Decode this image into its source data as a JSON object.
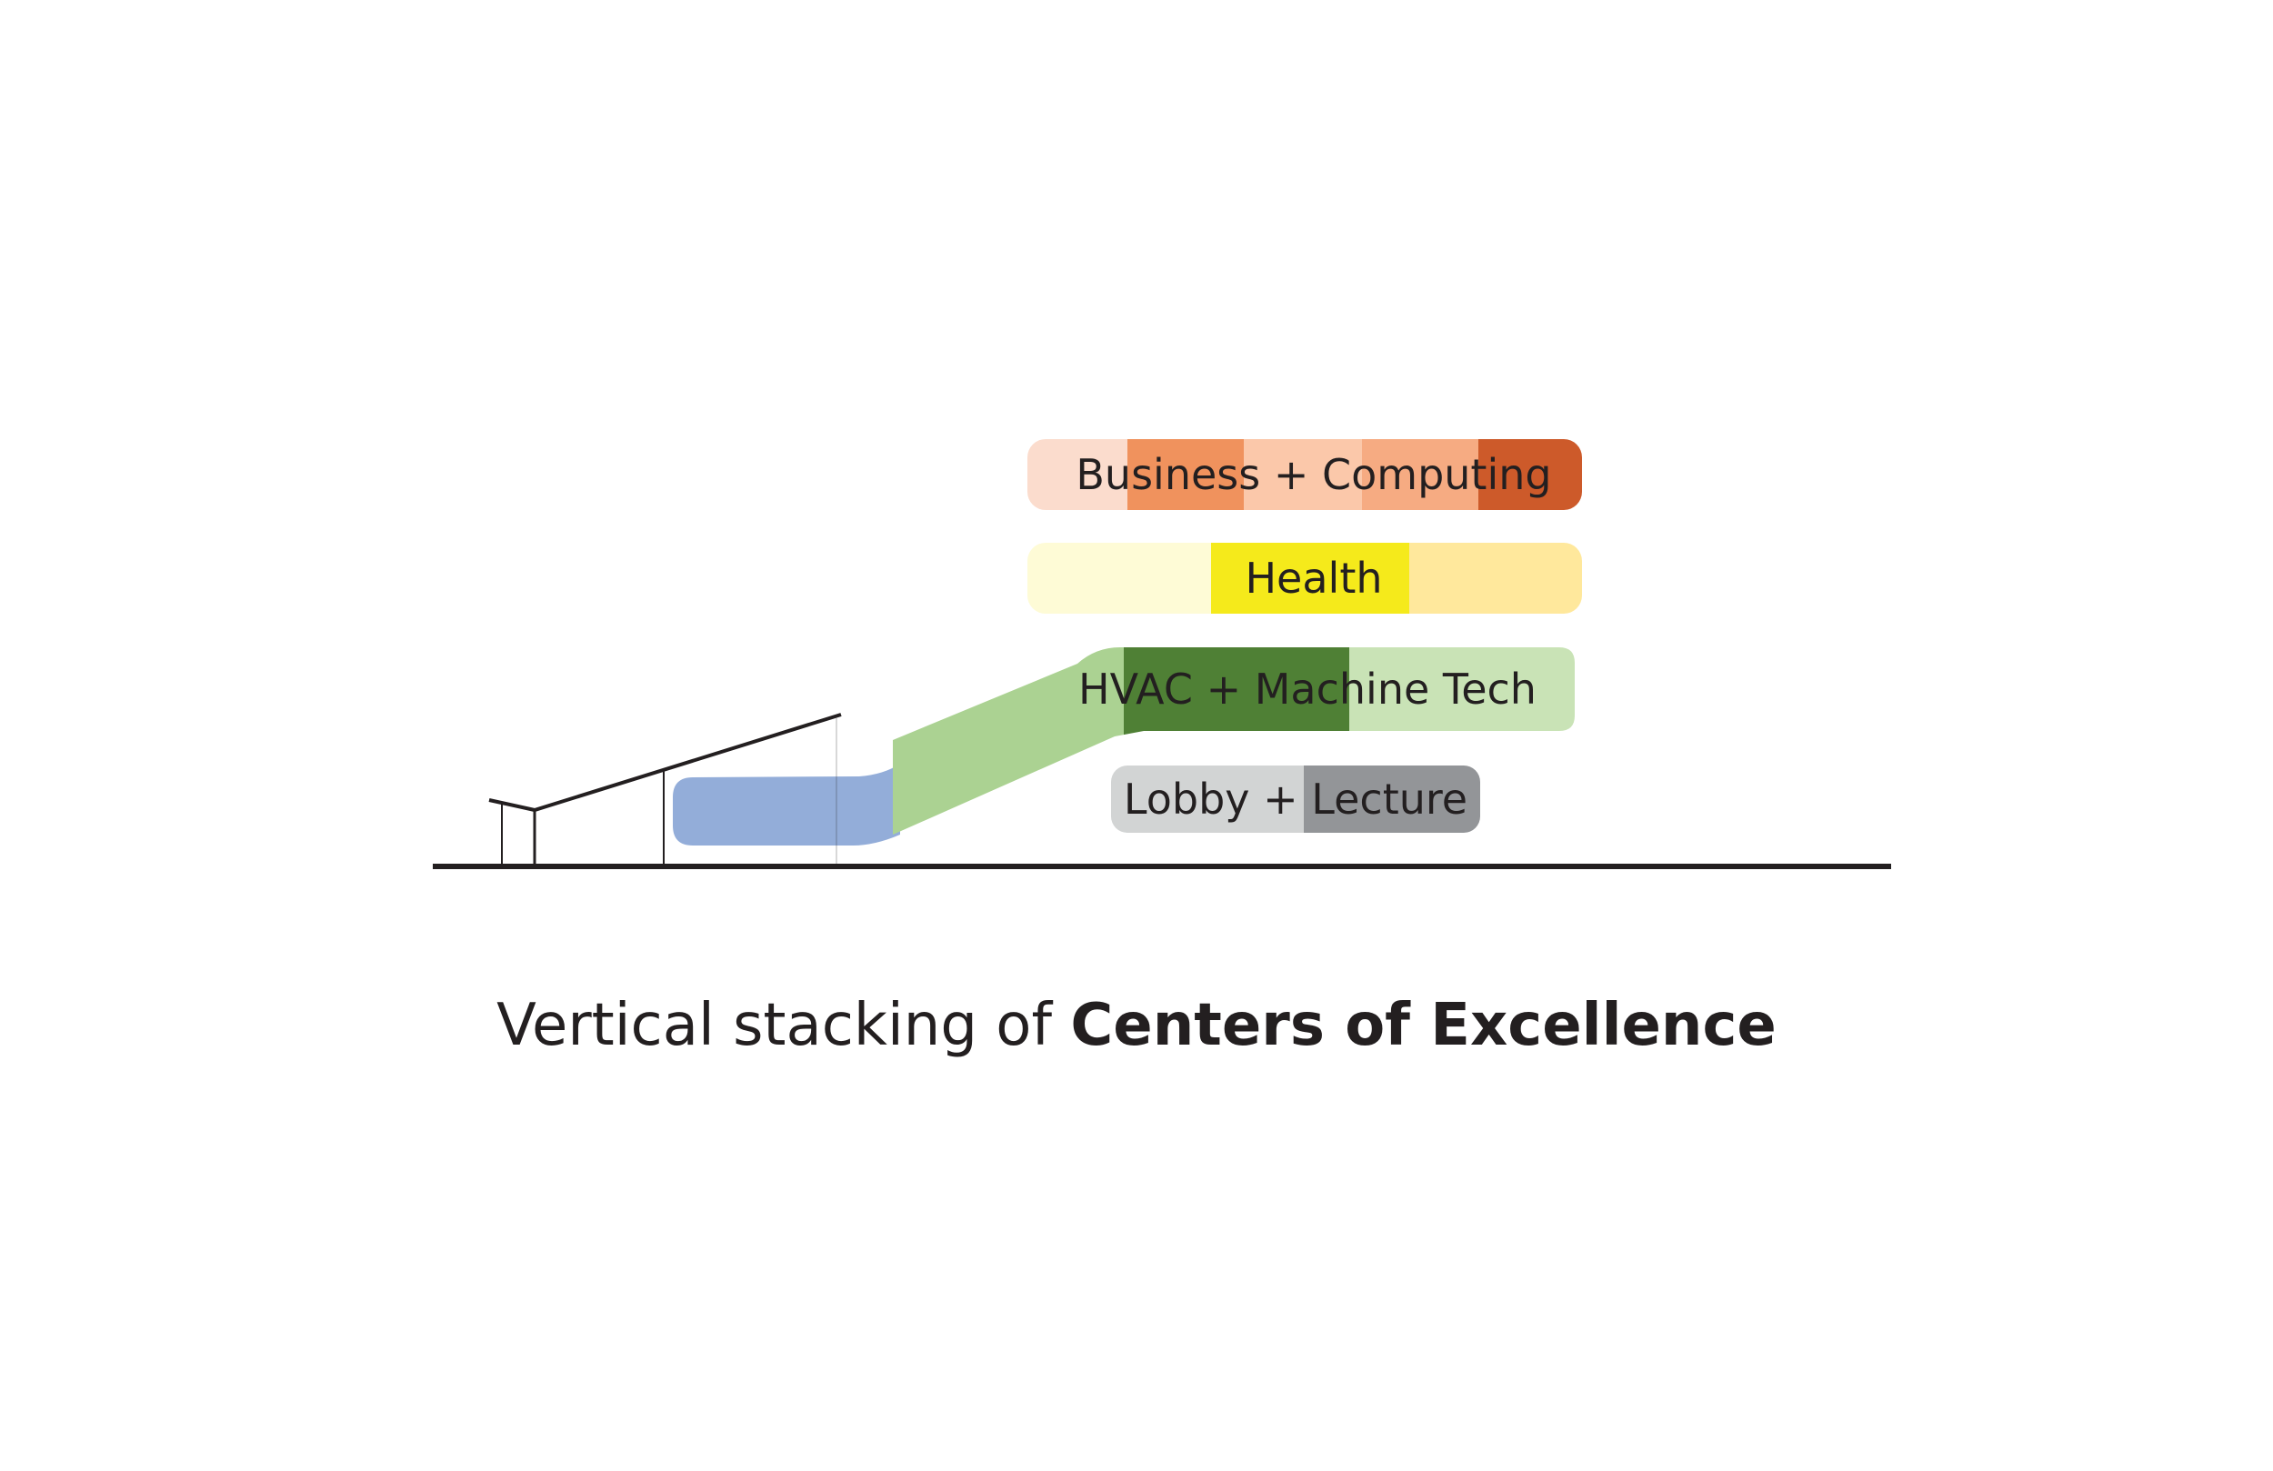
{
  "caption": {
    "regular": "Vertical stacking of ",
    "bold": "Centers of Excellence"
  },
  "bands": [
    {
      "id": "business-computing",
      "label": "Business + Computing",
      "colors": [
        "#fbdccd",
        "#f0925d",
        "#fbc8aa",
        "#f6ab82",
        "#cd5a2a"
      ]
    },
    {
      "id": "health",
      "label": "Health",
      "colors": [
        "#fefbd6",
        "#f5ea1b",
        "#ffe89c"
      ]
    },
    {
      "id": "hvac-machine-tech",
      "label": "HVAC + Machine Tech",
      "colors": [
        "#abd292",
        "#4f8035",
        "#c9e3b6"
      ]
    },
    {
      "id": "lobby-lecture",
      "label": "Lobby + Lecture",
      "colors": [
        "#d2d4d4",
        "#939598"
      ]
    }
  ],
  "ramp": {
    "colors": [
      "#93add9",
      "#abd292"
    ]
  },
  "colors": {
    "ground": "#231f20",
    "structure": "#231f20",
    "text": "#231f20"
  }
}
